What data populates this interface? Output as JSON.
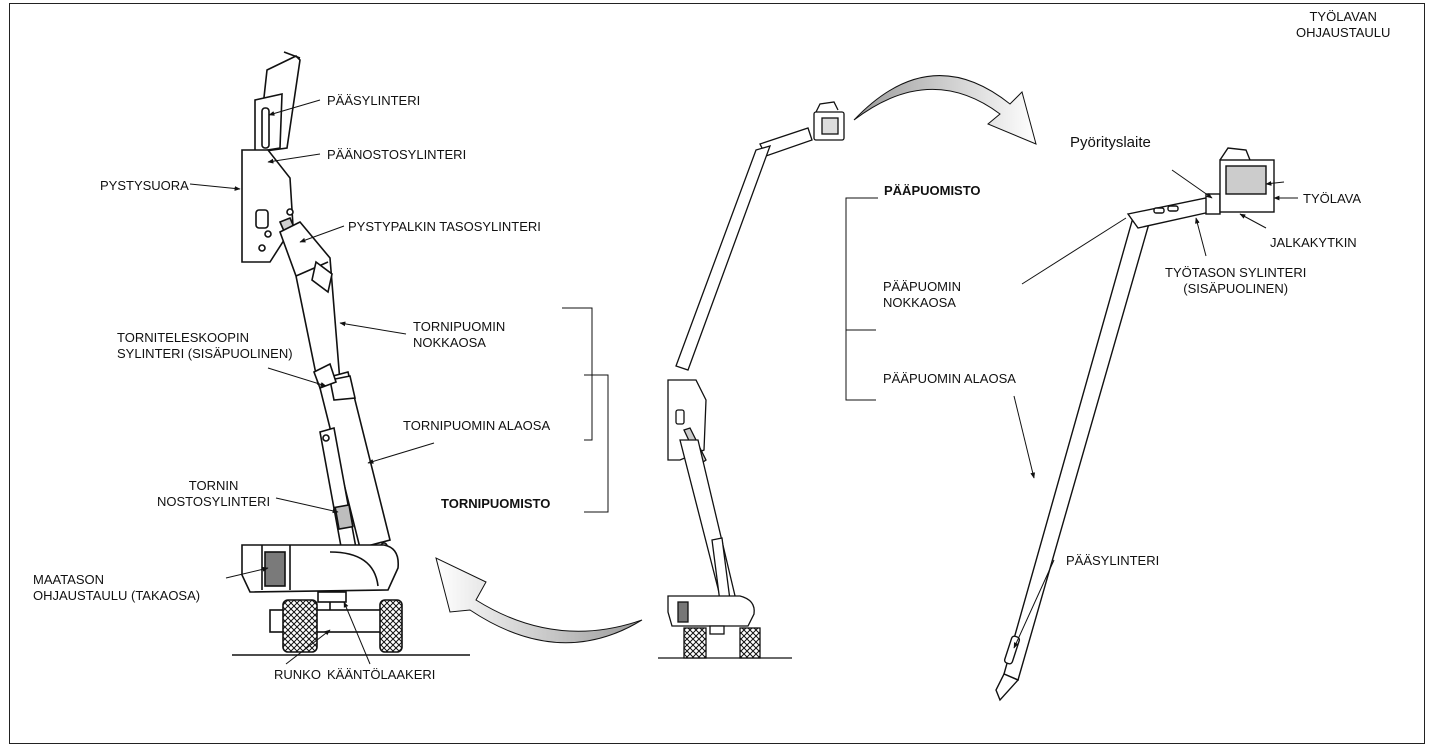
{
  "labels": {
    "paasylinteri_top": "PÄÄSYLINTERI",
    "paanostosylinteri": "PÄÄNOSTOSYLINTERI",
    "pystysuora": "PYSTYSUORA",
    "pystypalkin_tasosylinteri": "PYSTYPALKIN TASOSYLINTERI",
    "tornipuomin_nokkaosa": "TORNIPUOMIN\nNOKKAOSA",
    "torniteleskoopin_sylinteri": "TORNITELESKOOPIN\nSYLINTERI (SISÄPUOLINEN)",
    "tornipuomin_alaosa": "TORNIPUOMIN ALAOSA",
    "tornin_nostosylinteri": "TORNIN\nNOSTOSYLINTERI",
    "tornipuomisto": "TORNIPUOMISTO",
    "maatason_ohjaustaulu": "MAATASON\nOHJAUSTAULU (TAKAOSA)",
    "runko": "RUNKO",
    "kaantolaakeri": "KÄÄNTÖLAAKERI",
    "paapuomisto": "PÄÄPUOMISTO",
    "paapuomin_nokkaosa": "PÄÄPUOMIN\nNOKKAOSA",
    "paapuomin_alaosa": "PÄÄPUOMIN ALAOSA",
    "pyorityslaite": "Pyörityslaite",
    "tyolavan_ohjaustaulu": "TYÖLAVAN\nOHJAUSTAULU",
    "tyolava": "TYÖLAVA",
    "jalkakytkin": "JALKAKYTKIN",
    "tyotason_sylinteri": "TYÖTASON SYLINTERI\n(SISÄPUOLINEN)",
    "paasylinteri_bottom": "PÄÄSYLINTERI"
  }
}
